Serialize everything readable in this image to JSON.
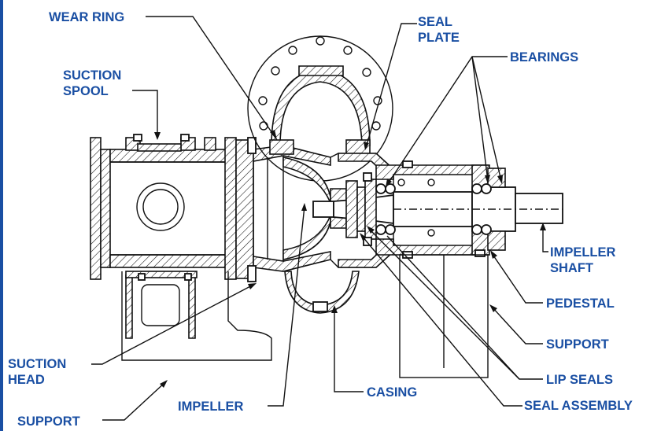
{
  "colors": {
    "label": "#1a4fa3",
    "line": "#111111",
    "frame": "#1a4fa3"
  },
  "labels": {
    "wear_ring": "WEAR RING",
    "suction_spool_1": "SUCTION",
    "suction_spool_2": "SPOOL",
    "seal_plate_1": "SEAL",
    "seal_plate_2": "PLATE",
    "bearings": "BEARINGS",
    "impeller_shaft_1": "IMPELLER",
    "impeller_shaft_2": "SHAFT",
    "pedestal": "PEDESTAL",
    "support_right": "SUPPORT",
    "lip_seals": "LIP SEALS",
    "seal_assembly": "SEAL ASSEMBLY",
    "casing": "CASING",
    "impeller": "IMPELLER",
    "suction_head_1": "SUCTION",
    "suction_head_2": "HEAD",
    "support_left": "SUPPORT"
  }
}
